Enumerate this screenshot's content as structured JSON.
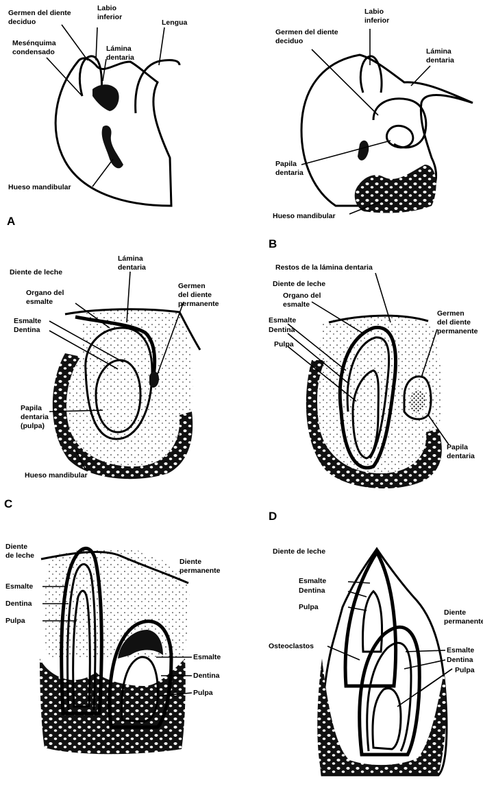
{
  "panels": [
    {
      "letter": "A",
      "labels": {
        "germen": "Germen del diente\ndeciduo",
        "labio": "Labio\ninferior",
        "lengua": "Lengua",
        "mesenquima": "Mesénquima\ncondensado",
        "lamina": "Lámina\ndentaria",
        "hueso": "Hueso mandibular"
      }
    },
    {
      "letter": "B",
      "labels": {
        "labio": "Labio\ninferior",
        "germen": "Germen del diente\ndeciduo",
        "lamina": "Lámina\ndentaria",
        "papila": "Papila\ndentaria",
        "hueso": "Hueso mandibular"
      }
    },
    {
      "letter": "C",
      "labels": {
        "diente_leche": "Diente de leche",
        "lamina": "Lámina\ndentaria",
        "organo": "Organo del\nesmalte",
        "germen_perm": "Germen\ndel diente\npermanente",
        "esmalte": "Esmalte",
        "dentina": "Dentina",
        "papila": "Papila\ndentaria\n(pulpa)",
        "hueso": "Hueso mandibular"
      }
    },
    {
      "letter": "D",
      "labels": {
        "restos": "Restos de la lámina dentaria",
        "diente_leche": "Diente de leche",
        "organo": "Organo del\nesmalte",
        "germen_perm": "Germen\ndel diente\npermanente",
        "esmalte": "Esmalte",
        "dentina": "Dentina",
        "pulpa": "Pulpa",
        "papila": "Papila\ndentaria"
      }
    },
    {
      "letter": "",
      "labels": {
        "diente_leche": "Diente\nde leche",
        "diente_perm": "Diente\npermanente",
        "esmalte": "Esmalte",
        "dentina": "Dentina",
        "pulpa": "Pulpa",
        "esmalte2": "Esmalte",
        "dentina2": "Dentina",
        "pulpa2": "Pulpa"
      }
    },
    {
      "letter": "",
      "labels": {
        "diente_leche": "Diente de leche",
        "esmalte": "Esmalte",
        "dentina": "Dentina",
        "pulpa": "Pulpa",
        "diente_perm": "Diente\npermanente",
        "osteoclastos": "Osteoclastos",
        "esmalte2": "Esmalte",
        "dentina2": "Dentina",
        "pulpa2": "Pulpa"
      }
    }
  ]
}
